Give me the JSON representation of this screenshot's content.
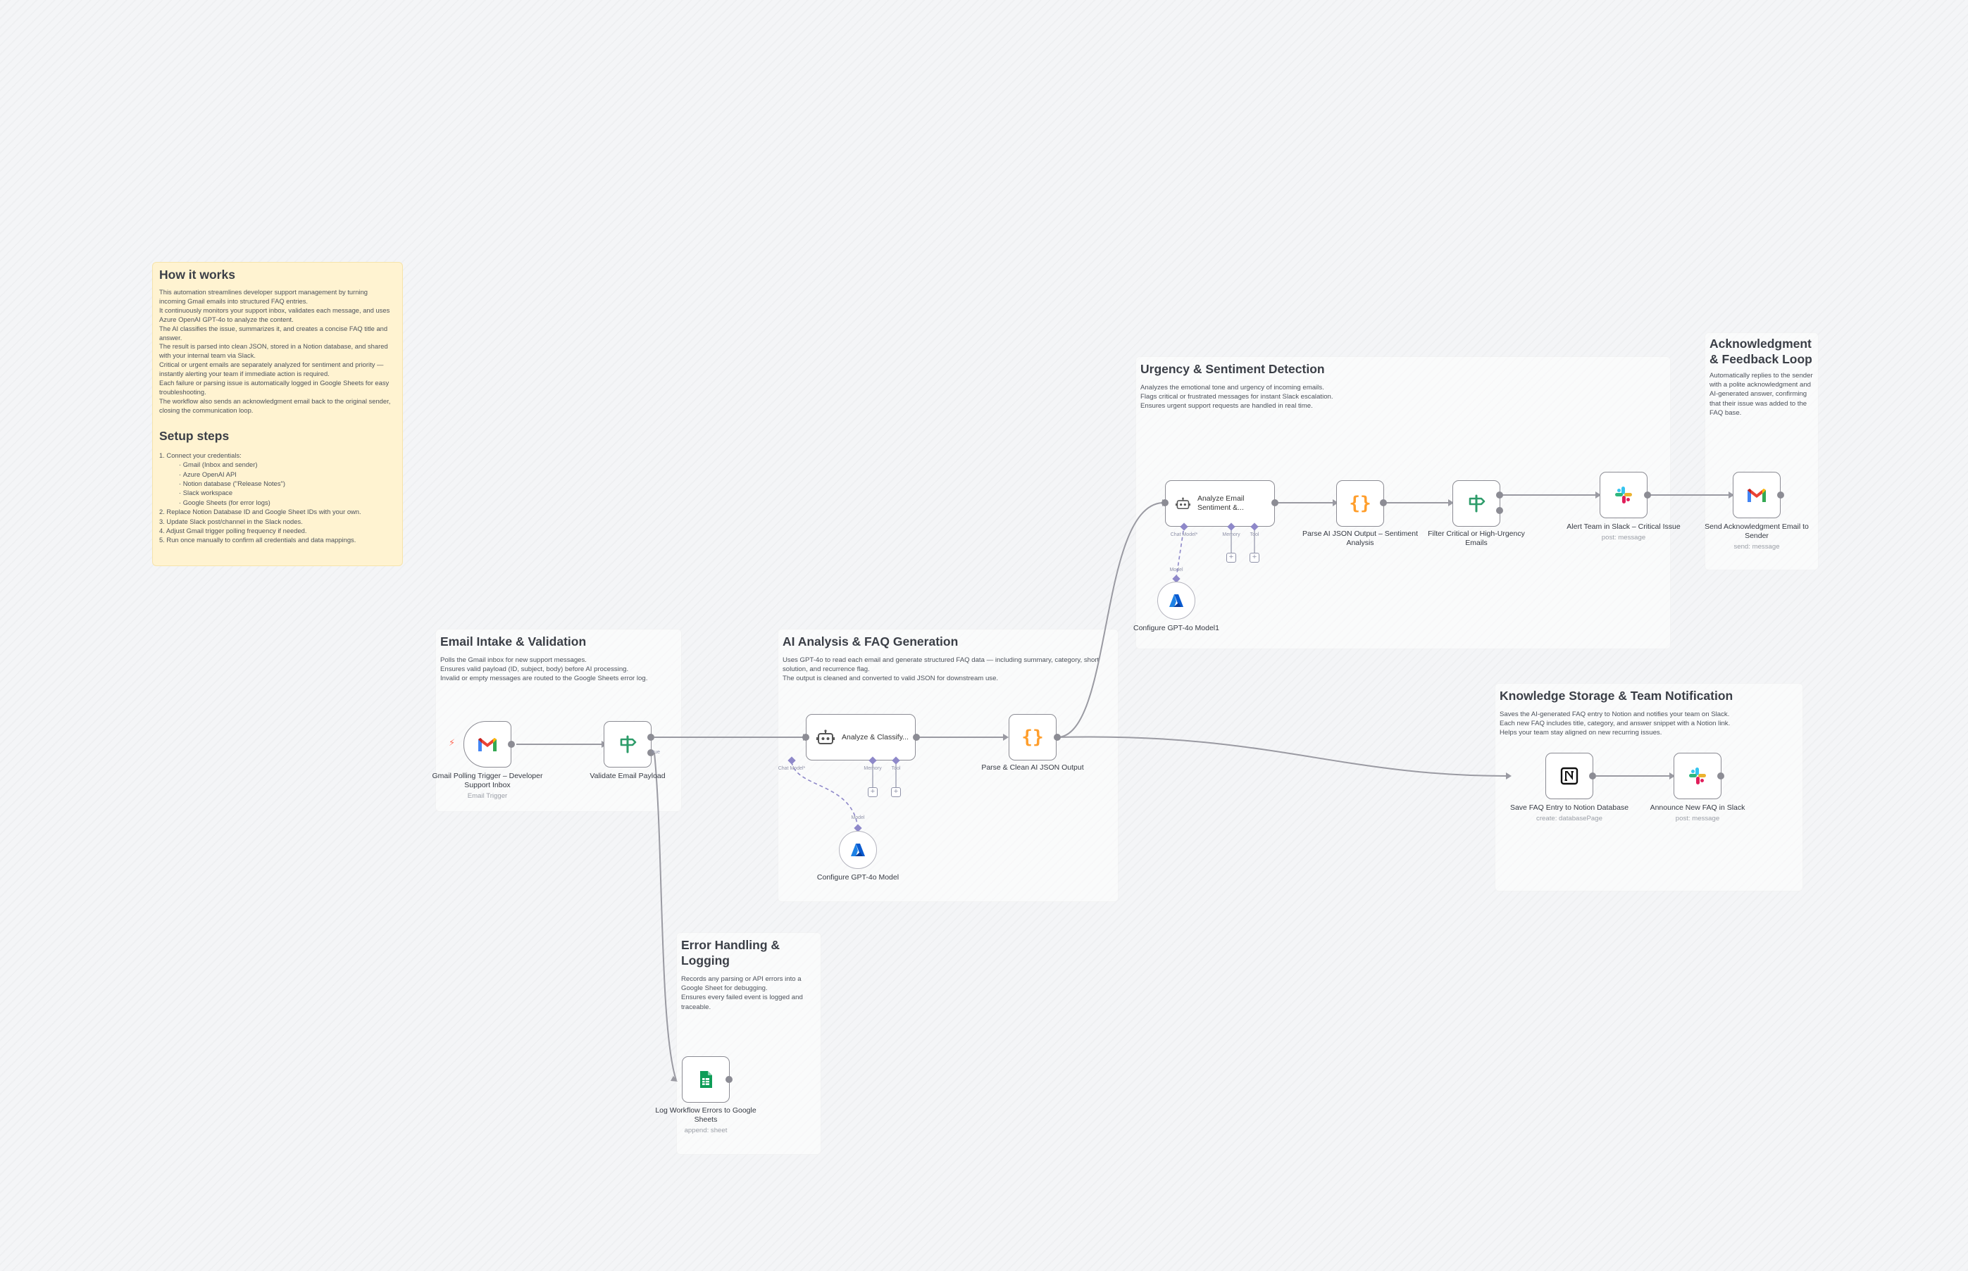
{
  "colors": {
    "canvas": "#f4f5f7",
    "sticky": "#ffffff",
    "sticky_yellow": "#fff3d1",
    "connection": "#9a9aa2",
    "ai_connection": "#8e88c9",
    "brand_code": "#ff9e2c",
    "brand_if": "#2e9c6a",
    "brand_sheets": "#0f9d58",
    "brand_azure": "#0a5bd0"
  },
  "stickies": {
    "how": {
      "title": "How it works",
      "body": "This automation streamlines developer support management by turning incoming Gmail emails into structured FAQ entries.\nIt continuously monitors your support inbox, validates each message, and uses Azure OpenAI GPT-4o to analyze the content.\nThe AI classifies the issue, summarizes it, and creates a concise FAQ title and answer.\nThe result is parsed into clean JSON, stored in a Notion database, and shared with your internal team via Slack.\nCritical or urgent emails are separately analyzed for sentiment and priority — instantly alerting your team if immediate action is required.\nEach failure or parsing issue is automatically logged in Google Sheets for easy troubleshooting.\nThe workflow also sends an acknowledgment email back to the original sender, closing the communication loop.",
      "setup_title": "Setup steps",
      "setup": [
        "1. Connect your credentials:",
        "Gmail (Inbox and sender)",
        "Azure OpenAI API",
        "Notion database (\"Release Notes\")",
        "Slack workspace",
        "Google Sheets (for error logs)",
        "2. Replace Notion Database ID and Google Sheet IDs with your own.",
        "3. Update Slack post/channel in the Slack nodes.",
        "4. Adjust Gmail trigger polling frequency if needed.",
        "5. Run once manually to confirm all credentials and data mappings."
      ]
    },
    "intake": {
      "title": "Email Intake & Validation",
      "body": "Polls the Gmail inbox for new support messages.\nEnsures valid payload (ID, subject, body) before AI processing.\nInvalid or empty messages are routed to the Google Sheets error log."
    },
    "ai": {
      "title": "AI Analysis & FAQ Generation",
      "body": "Uses GPT-4o to read each email and generate structured FAQ data — including summary, category, short solution, and recurrence flag.\nThe output is cleaned and converted to valid JSON for downstream use."
    },
    "urgency": {
      "title": "Urgency & Sentiment Detection",
      "body": "Analyzes the emotional tone and urgency of incoming emails.\nFlags critical or frustrated messages for instant Slack escalation.\nEnsures urgent support requests are handled in real time."
    },
    "ack": {
      "title": "Acknowledgment & Feedback Loop",
      "body": "Automatically replies to the sender with a polite acknowledgment and AI-generated answer, confirming that their issue was added to the FAQ base."
    },
    "knowledge": {
      "title": "Knowledge Storage & Team Notification",
      "body": "Saves the AI-generated FAQ entry to Notion and notifies your team on Slack.\nEach new FAQ includes title, category, and answer snippet with a Notion link.\nHelps your team stay aligned on new recurring issues."
    },
    "error": {
      "title": "Error Handling & Logging",
      "body": "Records any parsing or API errors into a Google Sheet for debugging.\nEnsures every failed event is logged and traceable."
    }
  },
  "nodes": {
    "gmail_trigger": {
      "label": "Gmail Polling Trigger – Developer Support Inbox",
      "sub": "Email Trigger",
      "icon": "gmail-icon"
    },
    "validate": {
      "label": "Validate Email Payload",
      "icon": "if-signpost-icon",
      "branch_true": "true"
    },
    "analyze_classify": {
      "label": "Analyze & Classify...",
      "icon": "robot-icon",
      "ports": [
        "Chat Model*",
        "Memory",
        "Tool"
      ]
    },
    "model1": {
      "label": "Configure GPT-4o Model",
      "icon": "azure-openai-icon",
      "port": "Model"
    },
    "parse_clean": {
      "label": "Parse & Clean AI JSON Output",
      "icon": "code-braces-icon"
    },
    "sentiment": {
      "label": "Analyze Email Sentiment &...",
      "icon": "robot-icon",
      "ports": [
        "Chat Model*",
        "Memory",
        "Tool"
      ]
    },
    "model2": {
      "label": "Configure GPT-4o Model1",
      "icon": "azure-openai-icon",
      "port": "Model"
    },
    "parse_sentiment": {
      "label": "Parse AI JSON Output – Sentiment Analysis",
      "icon": "code-braces-icon"
    },
    "filter_critical": {
      "label": "Filter Critical or High-Urgency Emails",
      "icon": "filter-signpost-icon"
    },
    "alert_slack": {
      "label": "Alert Team in Slack – Critical Issue",
      "sub": "post: message",
      "icon": "slack-icon"
    },
    "send_ack": {
      "label": "Send Acknowledgment Email to Sender",
      "sub": "send: message",
      "icon": "gmail-icon"
    },
    "notion": {
      "label": "Save FAQ Entry to Notion Database",
      "sub": "create: databasePage",
      "icon": "notion-icon"
    },
    "announce_slack": {
      "label": "Announce New FAQ in Slack",
      "sub": "post: message",
      "icon": "slack-icon"
    },
    "log_sheets": {
      "label": "Log Workflow Errors to Google Sheets",
      "sub": "append: sheet",
      "icon": "google-sheets-icon"
    }
  }
}
